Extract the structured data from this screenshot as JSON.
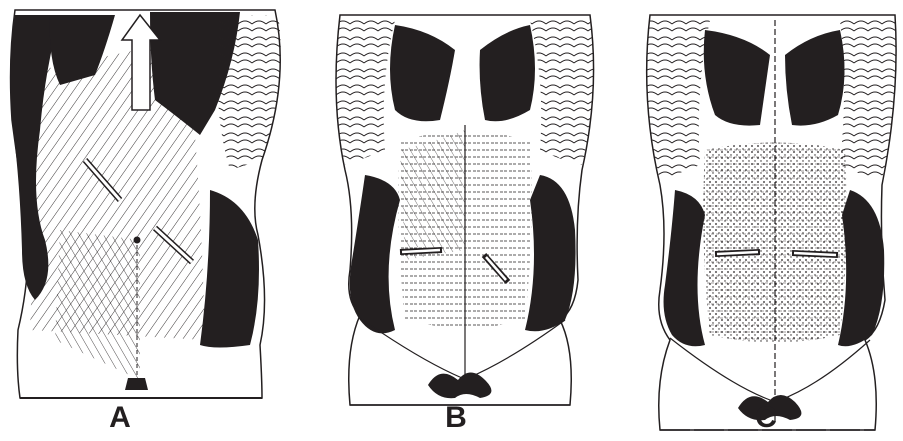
{
  "figure": {
    "colors": {
      "ink": "#231f20",
      "paper": "#ffffff"
    },
    "panels": [
      {
        "label": "A",
        "depicts": "torso-muscles-anterior-oblique-fibers"
      },
      {
        "label": "B",
        "depicts": "torso-muscles-transverse-fibers"
      },
      {
        "label": "C",
        "depicts": "torso-muscles-horizontal-fibers"
      }
    ]
  }
}
